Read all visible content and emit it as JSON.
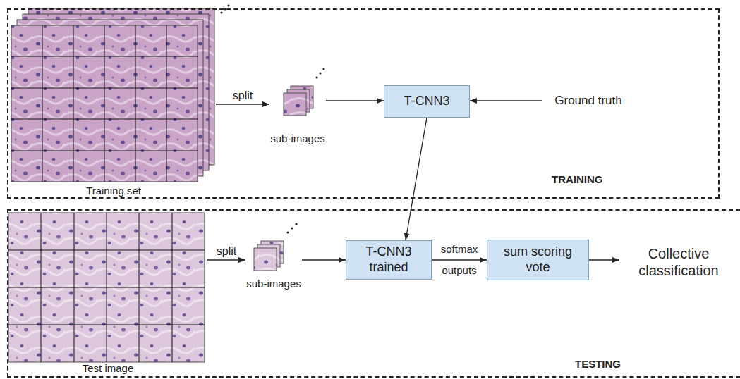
{
  "diagram": {
    "nodes": [
      {
        "text": [
          "TRAINING"
        ]
      },
      {
        "text": [
          "Training set"
        ],
        "in": 0
      },
      {
        "text": [
          "sub-images"
        ],
        "in": 0
      },
      {
        "text": [
          "T-CNN3"
        ],
        "in": 0
      },
      {
        "text": [
          "Ground truth"
        ],
        "in": 0
      },
      {
        "text": [
          "TESTING"
        ]
      },
      {
        "text": [
          "Test image"
        ],
        "in": 5
      },
      {
        "text": [
          "sub-images"
        ],
        "in": 5
      },
      {
        "text": [
          "T-CNN3 trained"
        ],
        "in": 5
      },
      {
        "text": [
          "sum scoring vote"
        ],
        "in": 5
      },
      {
        "text": [
          "Collective classification"
        ],
        "in": 5
      }
    ],
    "edges": [
      {
        "from": 1,
        "to": 2,
        "label": "split",
        "arrow": "to"
      },
      {
        "from": 2,
        "to": 3,
        "arrow": "to"
      },
      {
        "from": 4,
        "to": 3,
        "arrow": "to"
      },
      {
        "from": 3,
        "to": 8,
        "arrow": "to"
      },
      {
        "from": 6,
        "to": 7,
        "label": "split",
        "arrow": "to"
      },
      {
        "from": 7,
        "to": 8,
        "arrow": "to"
      },
      {
        "from": 8,
        "to": 9,
        "label": "softmax outputs",
        "arrow": "to"
      },
      {
        "from": 9,
        "to": 10,
        "arrow": "to"
      }
    ]
  }
}
